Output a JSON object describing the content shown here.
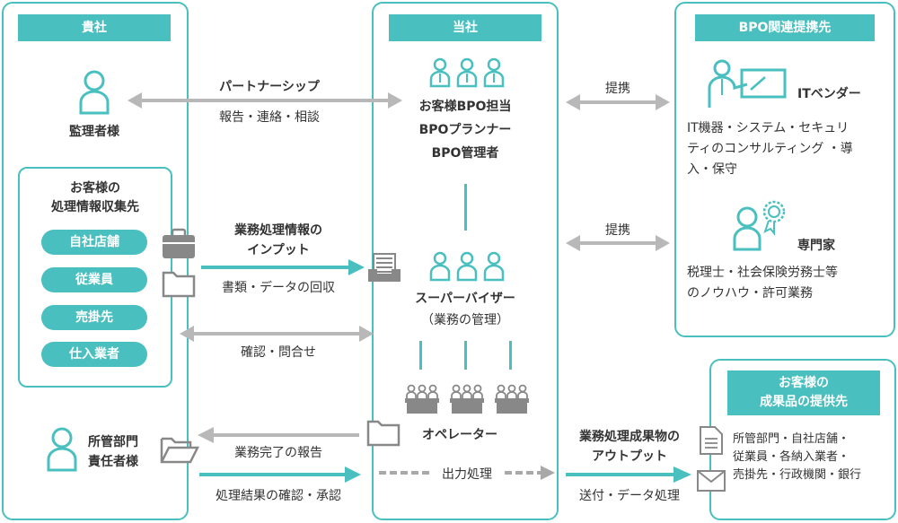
{
  "left": {
    "header": "貴社",
    "auditor": "監理者様",
    "info_box": {
      "title_line1": "お客様の",
      "title_line2": "処理情報収集先",
      "items": [
        "自社店舗",
        "従業員",
        "売掛先",
        "仕入業者"
      ]
    },
    "manager_line1": "所管部門",
    "manager_line2": "責任者様"
  },
  "center": {
    "header": "当社",
    "roles": [
      "お客様BPO担当",
      "BPOプランナー",
      "BPO管理者"
    ],
    "supervisor": "スーパーバイザー",
    "supervisor_sub": "（業務の管理）",
    "operator": "オペレーター"
  },
  "right": {
    "header": "BPO関連提携先",
    "it_vendor": "ITベンダー",
    "it_desc": [
      "IT機器・システム・セキュリ",
      "ティのコンサルティング ・導",
      "入・保守"
    ],
    "expert": "専門家",
    "expert_desc": [
      "税理士・社会保険労務士等",
      "のノウハウ・許可業務"
    ]
  },
  "customer": {
    "header_line1": "お客様の",
    "header_line2": "成果品の提供先",
    "list": [
      "所管部門・自社店舗・",
      "従業員・各納入業者・",
      "売掛先・行政機関・銀行"
    ]
  },
  "flows": {
    "partnership": "パートナーシップ",
    "report": "報告・連絡・相談",
    "alliance1": "提携",
    "alliance2": "提携",
    "input_line1": "業務処理情報の",
    "input_line2": "インプット",
    "collect": "書類・データの回収",
    "confirm": "確認・問合せ",
    "complete_report": "業務完了の報告",
    "result_confirm": "処理結果の確認・承認",
    "output_process": "出力処理",
    "output_line1": "業務処理成果物の",
    "output_line2": "アウトプット",
    "send": "送付・データ処理"
  },
  "colors": {
    "accent": "#4abfbf",
    "gray_arrow": "#b8b8b8",
    "icon_gray": "#888888",
    "text": "#333333"
  }
}
